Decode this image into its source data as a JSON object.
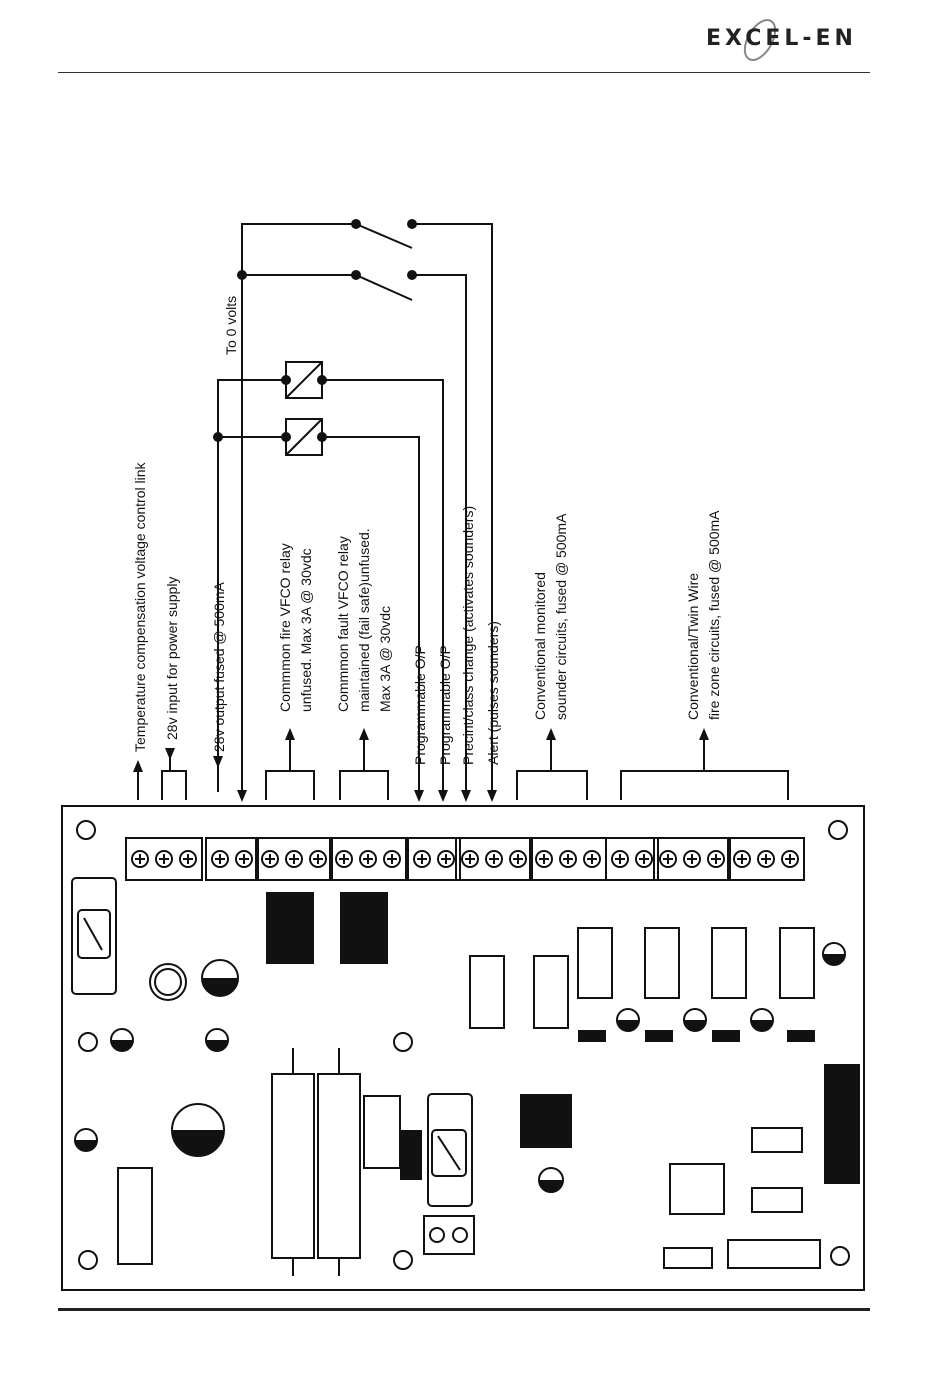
{
  "header": {
    "logo_text": "EXCEL-EN"
  },
  "labels": {
    "to_0_volts": "To 0 volts",
    "temp_comp": "Temperature compensation voltage control link",
    "input_28v": "28v input for power supply",
    "output_28v": "28v output fused @ 500mA",
    "fire_relay_1": "Commmon fire VFCO relay",
    "fire_relay_2": "unfused. Max 3A @ 30vdc",
    "fault_relay_1": "Commmon fault VFCO relay",
    "fault_relay_2": "maintained (fail safe)unfused.",
    "fault_relay_3": "Max 3A @ 30vdc",
    "prog_op_1": "Programmable O/P",
    "prog_op_2": "Programmable O/P",
    "precint": "Precint/class change (activates sounders)",
    "alert": "Alert (pulses sounders)",
    "sounder_1": "Conventional monitored",
    "sounder_2": "sounder circuits, fused @ 500mA",
    "zone_1": "Conventional/Twin Wire",
    "zone_2": "fire zone circuits, fused @ 500mA"
  },
  "colors": {
    "ink": "#111111",
    "paper": "#ffffff"
  }
}
